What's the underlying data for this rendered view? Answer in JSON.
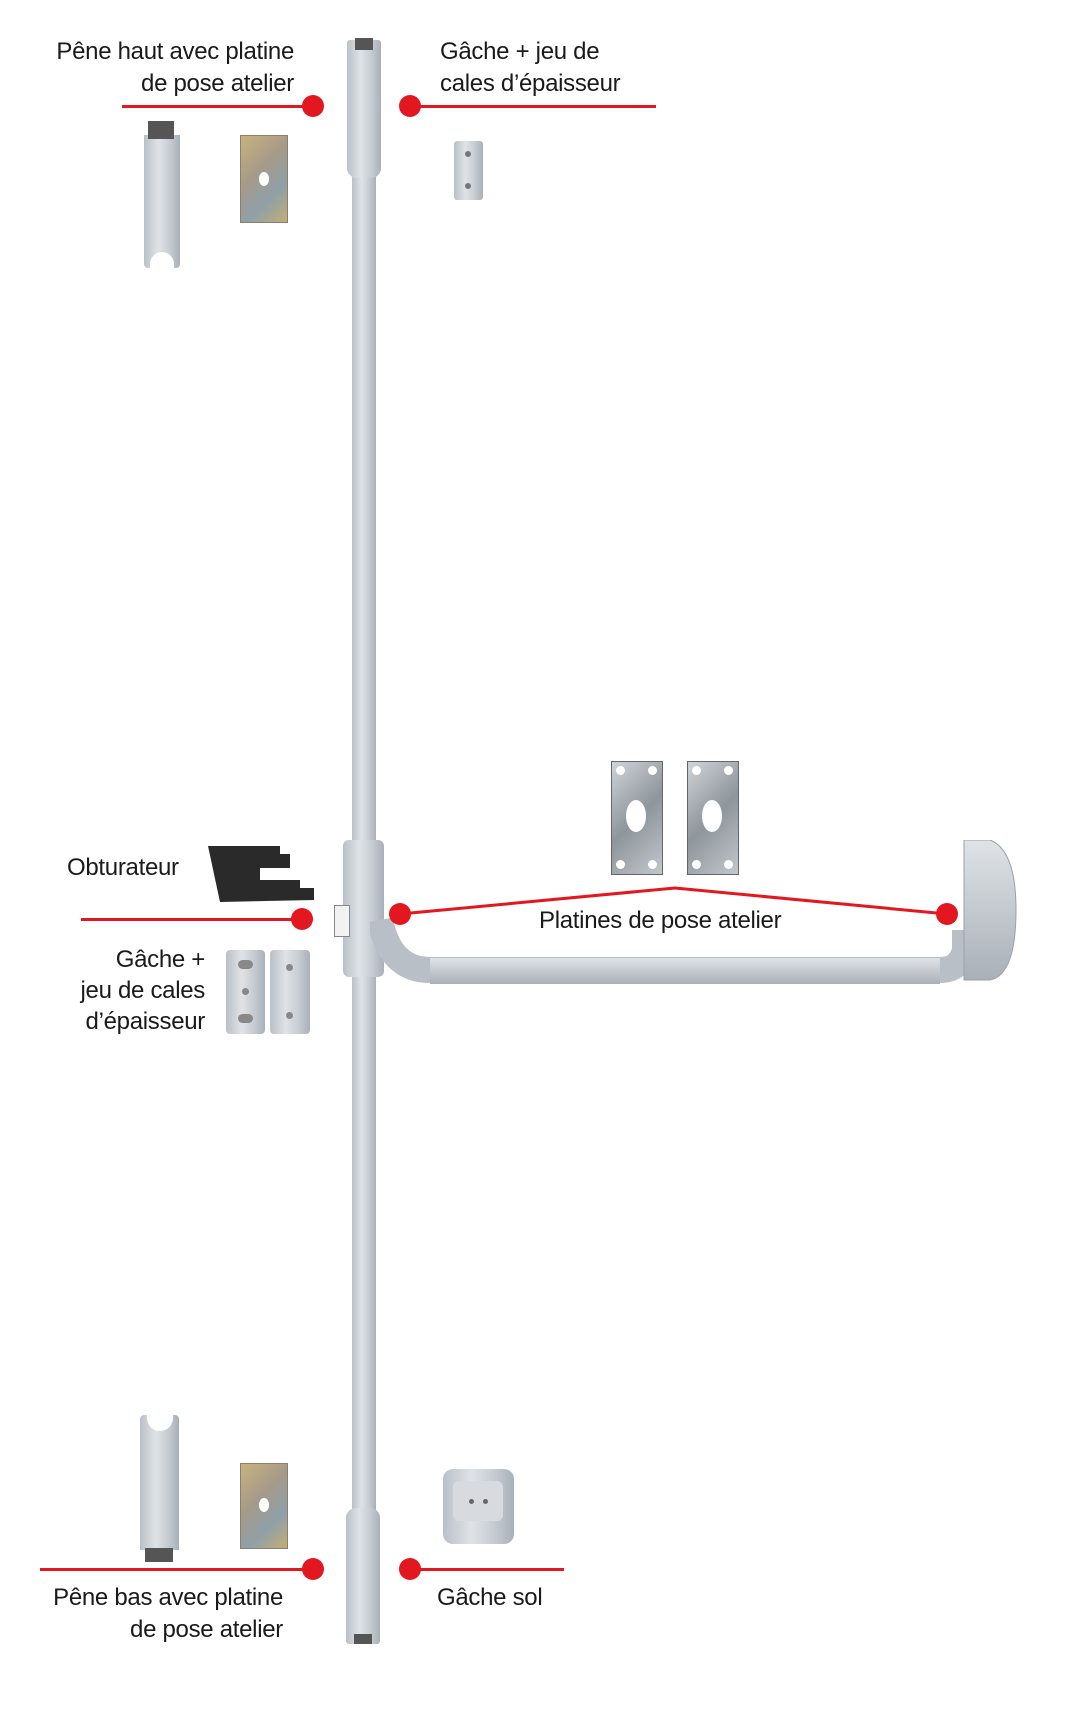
{
  "labels": {
    "top_bolt": [
      "Pêne haut avec platine",
      "de pose atelier"
    ],
    "top_strike": [
      "Gâche + jeu de",
      "cales d’épaisseur"
    ],
    "cover": "Obturateur",
    "side_strike": [
      "Gâche +",
      "jeu de cales",
      "d’épaisseur"
    ],
    "mounting_plates": "Platines de pose atelier",
    "bottom_bolt": [
      "Pêne bas avec platine",
      "de pose atelier"
    ],
    "floor_strike": "Gâche sol"
  },
  "colors": {
    "accent": "#e3171f",
    "metal": "#c7cdd3",
    "text": "#1a1a1a"
  }
}
